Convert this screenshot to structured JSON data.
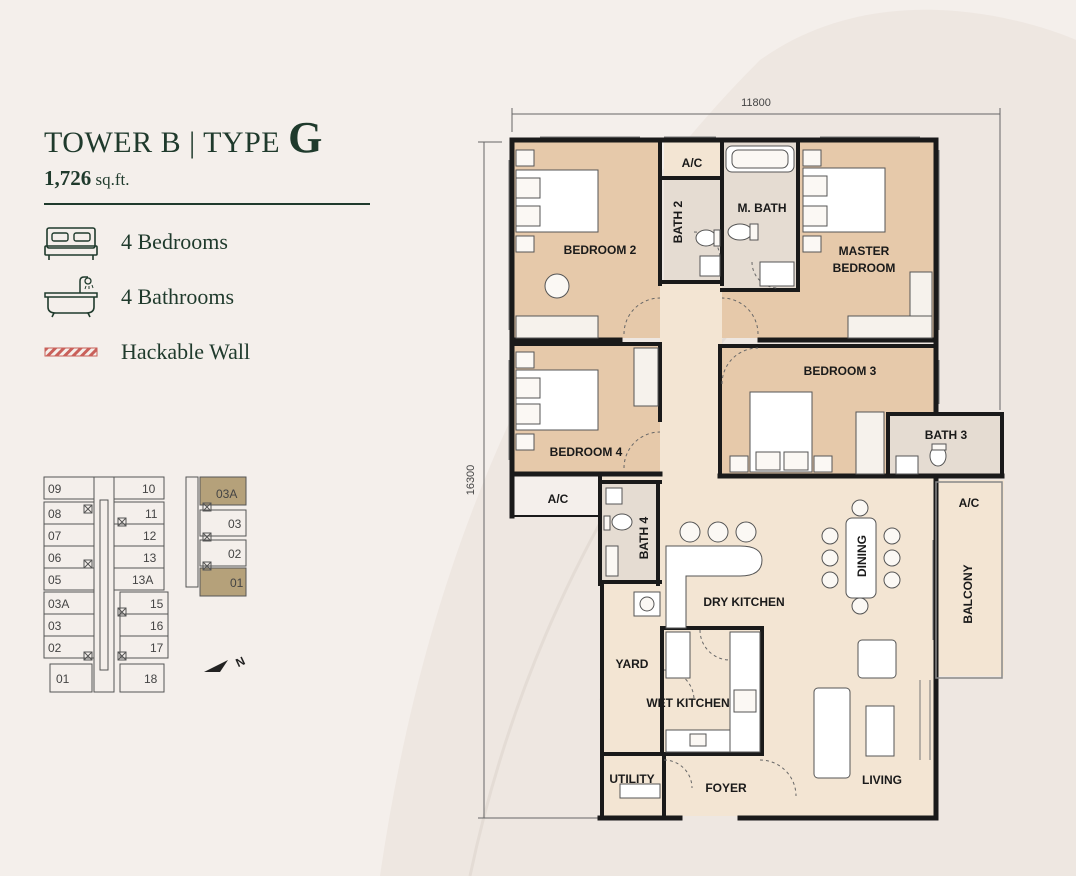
{
  "heading": {
    "tower": "TOWER B | TYPE ",
    "type_letter": "G",
    "area_value": "1,726",
    "area_unit": " sq.ft."
  },
  "legend": [
    {
      "icon": "bed-icon",
      "label": "4 Bedrooms"
    },
    {
      "icon": "bathtub-icon",
      "label": "4 Bathrooms"
    },
    {
      "icon": "hackable-wall-swatch",
      "label": "Hackable Wall"
    }
  ],
  "key_plan": {
    "left_block": [
      "09",
      "08",
      "07",
      "06",
      "05",
      "03A",
      "03",
      "02",
      "01"
    ],
    "right_block": [
      "10",
      "11",
      "12",
      "13",
      "13A",
      "15",
      "16",
      "17",
      "18"
    ],
    "side_block": [
      "03A",
      "03",
      "02",
      "01"
    ],
    "highlighted": [
      "03A",
      "01"
    ],
    "north_marker": "N"
  },
  "dimensions": {
    "width": "11800",
    "depth": "16300"
  },
  "rooms": {
    "bedroom2": "BEDROOM 2",
    "ac_top": "A/C",
    "bath2": "BATH 2",
    "mbath": "M. BATH",
    "master1": "MASTER",
    "master2": "BEDROOM",
    "bedroom3": "BEDROOM 3",
    "bedroom4": "BEDROOM 4",
    "bath3": "BATH 3",
    "ac_left": "A/C",
    "bath4": "BATH 4",
    "ac_right": "A/C",
    "dining": "DINING",
    "dry_kitchen": "DRY KITCHEN",
    "balcony": "BALCONY",
    "yard": "YARD",
    "wet_kitchen": "WET KITCHEN",
    "utility": "UTILITY",
    "foyer": "FOYER",
    "living": "LIVING"
  },
  "colors": {
    "bedroom_fill": "#e6c9aa",
    "common_fill": "#f3e5d3",
    "wall": "#1a1a1a",
    "text_dark": "#1f3a2c",
    "highlight": "#b5a17a",
    "hackable_red": "#c9605a"
  }
}
